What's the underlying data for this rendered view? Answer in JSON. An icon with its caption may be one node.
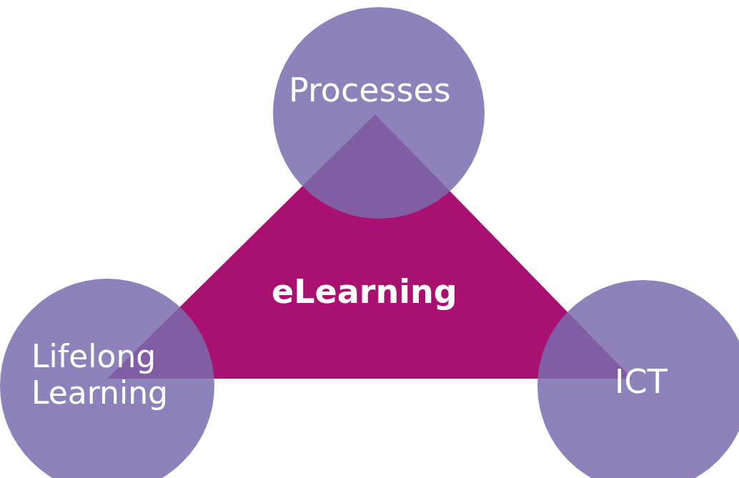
{
  "diagram": {
    "nodes": [
      {
        "text": [
          "Processes"
        ]
      },
      {
        "text": [
          "eLearning"
        ]
      },
      {
        "text": [
          "Lifelong Learning"
        ]
      },
      {
        "text": [
          "ICT"
        ]
      }
    ]
  }
}
